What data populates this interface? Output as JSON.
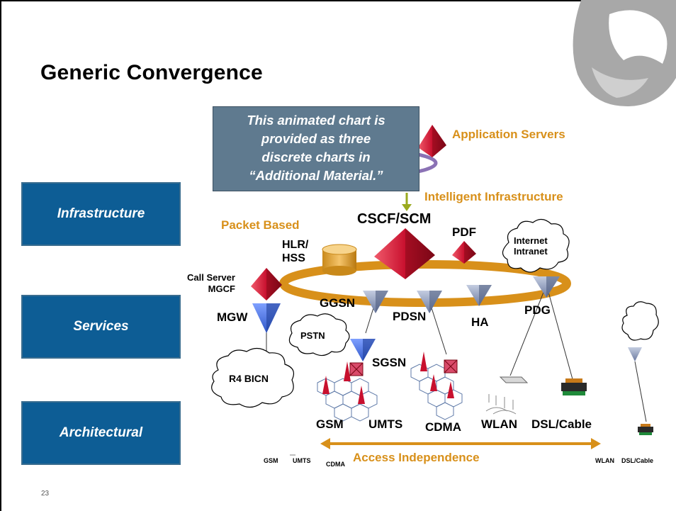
{
  "title": "Generic Convergence",
  "slide_number": "23",
  "categories": [
    "Infrastructure",
    "Services",
    "Architectural"
  ],
  "note": [
    "This animated chart is",
    "provided as three",
    "discrete charts in",
    "“Additional Material.”"
  ],
  "layers": {
    "application": "Application Servers",
    "intelligent": "Intelligent Infrastructure",
    "packet": "Packet Based"
  },
  "nodes": {
    "cscf": "CSCF/SCM",
    "pdf": "PDF",
    "hlr_line1": "HLR/",
    "hlr_line2": "HSS",
    "internet_line1": "Internet",
    "internet_line2": "Intranet",
    "call_server_line1": "Call Server",
    "call_server_line2": "MGCF",
    "mgw": "MGW",
    "ggsn": "GGSN",
    "pdsn": "PDSN",
    "ha": "HA",
    "pdg": "PDG",
    "pstn": "PSTN",
    "sgsn": "SGSN",
    "r4bicn": "R4 BICN"
  },
  "access": {
    "gsm": "GSM",
    "umts": "UMTS",
    "cdma": "CDMA",
    "wlan": "WLAN",
    "dsl": "DSL/Cable",
    "independence": "Access Independence"
  },
  "bottom_small": {
    "gsm": "GSM",
    "umts": "UMTS",
    "cdma": "CDMA",
    "wlan": "WLAN",
    "dsl": "DSL/Cable"
  },
  "colors": {
    "box_blue": "#0d5d95",
    "note_gray": "#5f7a8f",
    "orange": "#d8901a",
    "red_pyramid": "#c8102e",
    "blue_pyramid": "#2f57c8",
    "purple_ring": "#8b72b5",
    "arrow_green": "#9aaa1f"
  }
}
